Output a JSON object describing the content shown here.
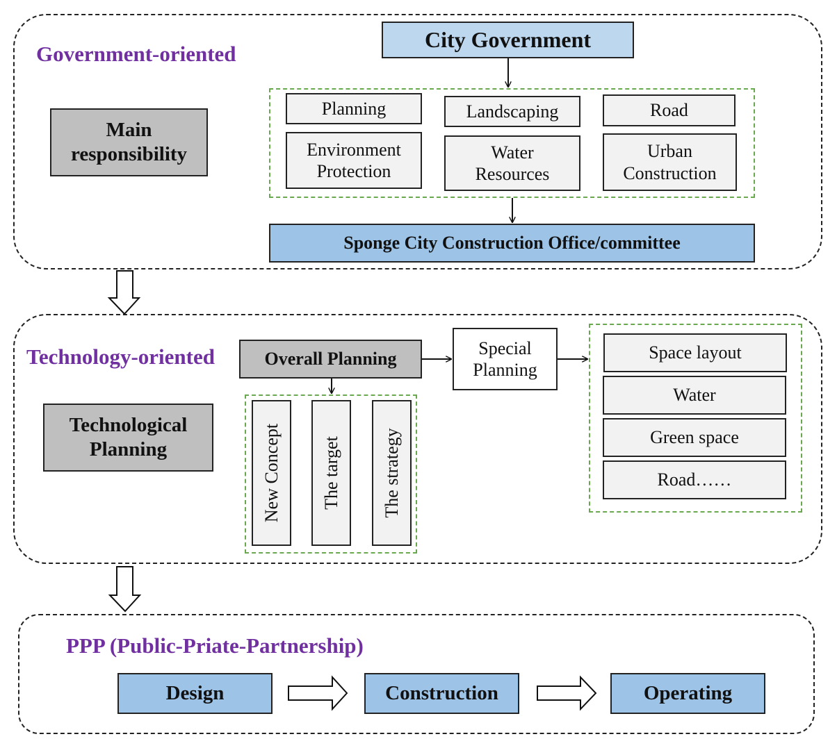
{
  "government": {
    "title": "Government-oriented",
    "side_label": "Main responsibility",
    "top": "City Government",
    "departments": [
      "Planning",
      "Landscaping",
      "Road",
      "Environment Protection",
      "Water Resources",
      "Urban Construction"
    ],
    "office": "Sponge City Construction Office/committee"
  },
  "technology": {
    "title": "Technology-oriented",
    "side_label": "Technological Planning",
    "overall": "Overall Planning",
    "special": "Special Planning",
    "aspects": [
      "New Concept",
      "The target",
      "The strategy"
    ],
    "special_items": [
      "Space layout",
      "Water",
      "Green space",
      "Road……"
    ]
  },
  "ppp": {
    "title": "PPP (Public-Priate-Partnership)",
    "stages": [
      "Design",
      "Construction",
      "Operating"
    ]
  }
}
